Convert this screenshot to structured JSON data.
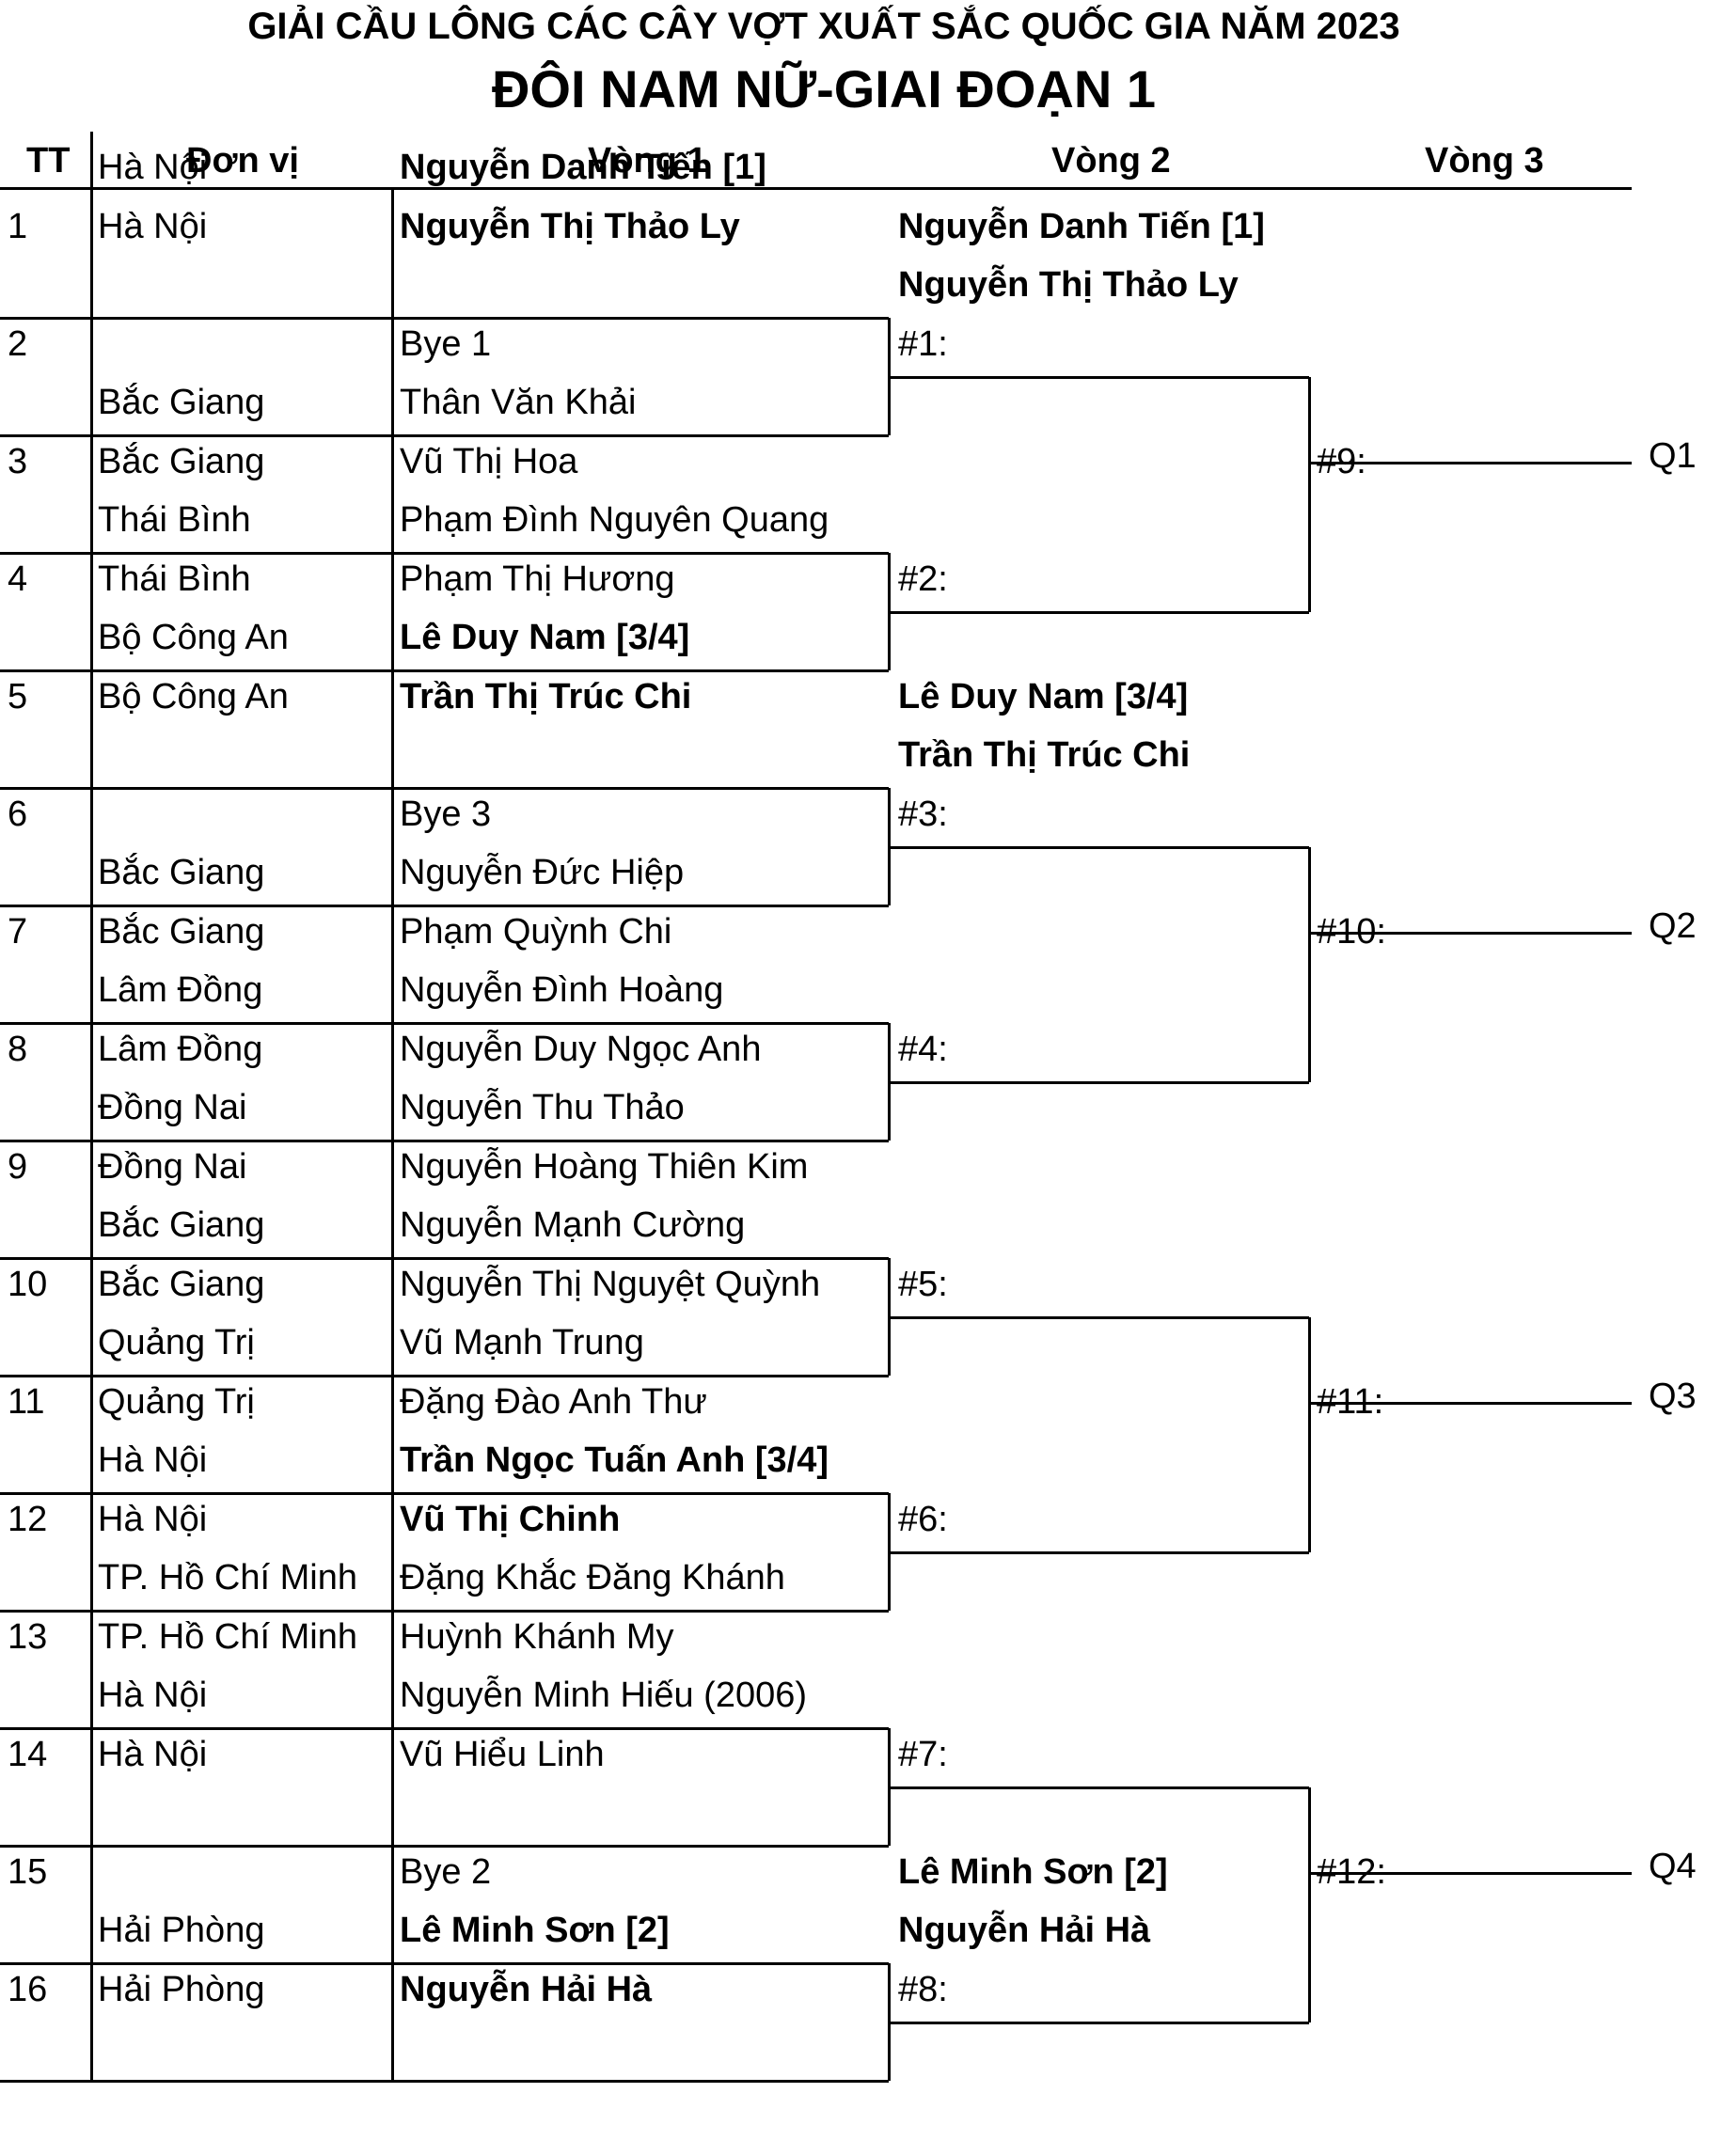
{
  "title": "GIẢI CẦU LÔNG CÁC CÂY VỢT XUẤT SẮC QUỐC GIA NĂM 2023",
  "subtitle": "ĐÔI NAM NỮ-GIAI ĐOẠN 1",
  "headers": {
    "tt": "TT",
    "unit": "Đơn vị",
    "r1": "Vòng 1",
    "r2": "Vòng 2",
    "r3": "Vòng 3"
  },
  "entries": [
    {
      "no": "1",
      "unit_a": "Hà Nội",
      "unit_b": "Hà Nội",
      "p1": "Nguyễn Danh Tiến [1]",
      "p2": "Nguyễn Thị Thảo Ly",
      "bold": true
    },
    {
      "no": "2",
      "unit_a": "",
      "unit_b": "",
      "p1": "",
      "p2": "Bye 1",
      "bold": false
    },
    {
      "no": "3",
      "unit_a": "Bắc Giang",
      "unit_b": "Bắc Giang",
      "p1": "Thân Văn Khải",
      "p2": "Vũ Thị Hoa",
      "bold": false
    },
    {
      "no": "4",
      "unit_a": "Thái Bình",
      "unit_b": "Thái Bình",
      "p1": "Phạm Đình Nguyên Quang",
      "p2": "Phạm Thị Hương",
      "bold": false
    },
    {
      "no": "5",
      "unit_a": "Bộ Công An",
      "unit_b": "Bộ Công An",
      "p1": "Lê Duy Nam [3/4]",
      "p2": "Trần Thị Trúc Chi",
      "bold": true
    },
    {
      "no": "6",
      "unit_a": "",
      "unit_b": "",
      "p1": "",
      "p2": "Bye 3",
      "bold": false
    },
    {
      "no": "7",
      "unit_a": "Bắc Giang",
      "unit_b": "Bắc Giang",
      "p1": "Nguyễn Đức Hiệp",
      "p2": "Phạm Quỳnh Chi",
      "bold": false
    },
    {
      "no": "8",
      "unit_a": "Lâm Đồng",
      "unit_b": "Lâm Đồng",
      "p1": "Nguyễn Đình Hoàng",
      "p2": "Nguyễn Duy Ngọc Anh",
      "bold": false
    },
    {
      "no": "9",
      "unit_a": "Đồng Nai",
      "unit_b": "Đồng Nai",
      "p1": "Nguyễn Thu Thảo",
      "p2": "Nguyễn Hoàng Thiên Kim",
      "bold": false
    },
    {
      "no": "10",
      "unit_a": "Bắc Giang",
      "unit_b": "Bắc Giang",
      "p1": "Nguyễn Mạnh Cường",
      "p2": "Nguyễn Thị Nguyệt Quỳnh",
      "bold": false
    },
    {
      "no": "11",
      "unit_a": "Quảng Trị",
      "unit_b": "Quảng Trị",
      "p1": "Vũ Mạnh Trung",
      "p2": "Đặng Đào Anh Thư",
      "bold": false
    },
    {
      "no": "12",
      "unit_a": "Hà Nội",
      "unit_b": "Hà Nội",
      "p1": "Trần Ngọc Tuấn Anh [3/4]",
      "p2": "Vũ Thị Chinh",
      "bold": true
    },
    {
      "no": "13",
      "unit_a": "TP. Hồ Chí Minh",
      "unit_b": "TP. Hồ Chí Minh",
      "p1": "Đặng Khắc Đăng Khánh",
      "p2": "Huỳnh Khánh My",
      "bold": false
    },
    {
      "no": "14",
      "unit_a": "Hà Nội",
      "unit_b": "Hà Nội",
      "p1": "Nguyễn Minh Hiếu (2006)",
      "p2": "Vũ Hiểu Linh",
      "bold": false
    },
    {
      "no": "15",
      "unit_a": "",
      "unit_b": "",
      "p1": "",
      "p2": "Bye 2",
      "bold": false
    },
    {
      "no": "16",
      "unit_a": "Hải Phòng",
      "unit_b": "Hải Phòng",
      "p1": "Lê Minh Sơn [2]",
      "p2": "Nguyễn Hải Hà",
      "bold": true
    }
  ],
  "round2": [
    {
      "label": "#1:",
      "p1": "Nguyễn Danh Tiến [1]",
      "p2": "Nguyễn Thị Thảo Ly"
    },
    {
      "label": "#2:",
      "p1": "",
      "p2": ""
    },
    {
      "label": "#3:",
      "p1": "Lê Duy Nam [3/4]",
      "p2": "Trần Thị Trúc Chi"
    },
    {
      "label": "#4:",
      "p1": "",
      "p2": ""
    },
    {
      "label": "#5:",
      "p1": "",
      "p2": ""
    },
    {
      "label": "#6:",
      "p1": "",
      "p2": ""
    },
    {
      "label": "#7:",
      "p1": "",
      "p2": ""
    },
    {
      "label": "#8:",
      "p1": "Lê Minh Sơn [2]",
      "p2": "Nguyễn Hải Hà"
    }
  ],
  "round3": [
    {
      "label": "#9:"
    },
    {
      "label": "#10:"
    },
    {
      "label": "#11:"
    },
    {
      "label": "#12:"
    }
  ],
  "qualifiers": [
    "Q1",
    "Q2",
    "Q3",
    "Q4"
  ]
}
